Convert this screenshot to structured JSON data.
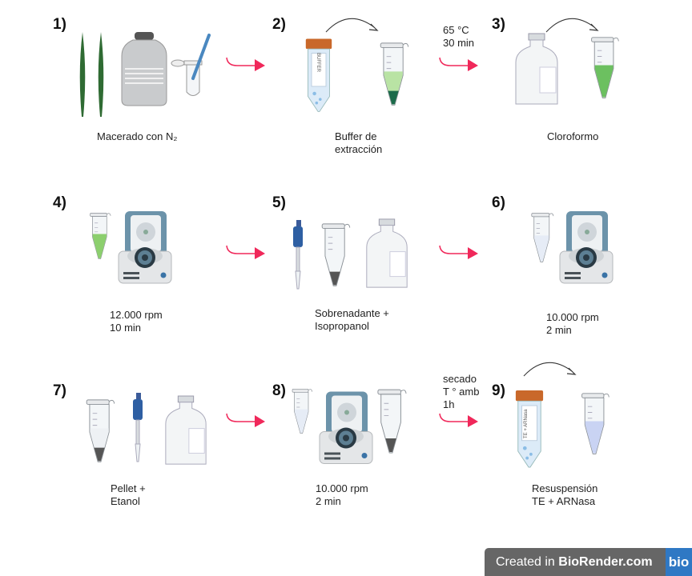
{
  "steps": [
    {
      "number": "1)",
      "caption": "Macerado con N₂"
    },
    {
      "number": "2)",
      "caption": "Buffer de\nextracción"
    },
    {
      "number": "3)",
      "caption": "Cloroformo"
    },
    {
      "number": "4)",
      "caption": "12.000 rpm\n10 min"
    },
    {
      "number": "5)",
      "caption": "Sobrenadante +\nIsopropanol"
    },
    {
      "number": "6)",
      "caption": "10.000 rpm\n2 min"
    },
    {
      "number": "7)",
      "caption": "Pellet +\nEtanol"
    },
    {
      "number": "8)",
      "caption": "10.000 rpm\n2 min"
    },
    {
      "number": "9)",
      "caption": "Resuspensión\nTE + ARNasa"
    }
  ],
  "conditions": {
    "incubation": "65 °C\n30 min",
    "drying": "secado\nT ° amb\n1h"
  },
  "labels": {
    "buffer_tube": "BUFFER",
    "te_tube": "TE + ARNasa"
  },
  "badge": {
    "prefix": "Created in ",
    "brand": "BioRender.com",
    "logo": "bio"
  },
  "colors": {
    "arrow": "#f0285a",
    "green": "#8ccf6e",
    "dark_green": "#1b6b4a",
    "blue_liquid": "#c9d3f3",
    "cap_orange": "#c9682a"
  }
}
